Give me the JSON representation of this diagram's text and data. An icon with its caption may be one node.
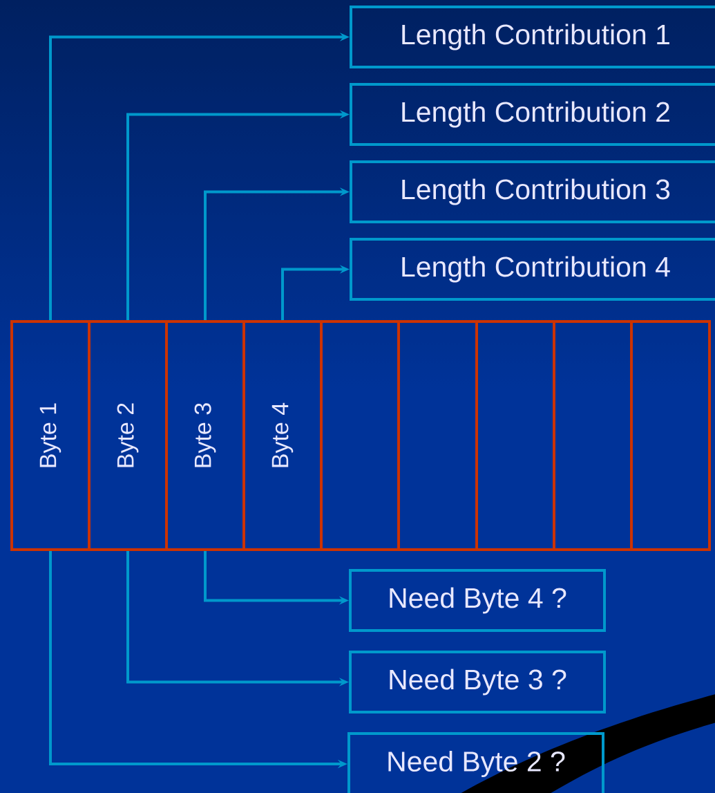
{
  "diagram": {
    "nodes": [
      {
        "text": [
          "Length Contribution 1"
        ]
      },
      {
        "text": [
          "Length Contribution 2"
        ]
      },
      {
        "text": [
          "Length Contribution 3"
        ]
      },
      {
        "text": [
          "Length Contribution 4"
        ]
      },
      {
        "text": [
          "Byte 1"
        ]
      },
      {
        "text": [
          "Byte 2"
        ]
      },
      {
        "text": [
          "Byte 3"
        ]
      },
      {
        "text": [
          "Byte 4"
        ]
      },
      {
        "text": [],
        "shape": "box"
      },
      {
        "text": [],
        "shape": "box"
      },
      {
        "text": [],
        "shape": "box"
      },
      {
        "text": [],
        "shape": "box"
      },
      {
        "text": [],
        "shape": "box"
      },
      {
        "text": [
          "Need Byte 4 ?"
        ]
      },
      {
        "text": [
          "Need Byte 3 ?"
        ]
      },
      {
        "text": [
          "Need Byte 2 ?"
        ]
      }
    ],
    "edges": [
      {
        "from": 4,
        "to": 0,
        "arrow": "to"
      },
      {
        "from": 5,
        "to": 1,
        "arrow": "to"
      },
      {
        "from": 6,
        "to": 2,
        "arrow": "to"
      },
      {
        "from": 7,
        "to": 3,
        "arrow": "to"
      },
      {
        "from": 6,
        "to": 13,
        "arrow": "to"
      },
      {
        "from": 5,
        "to": 14,
        "arrow": "to"
      },
      {
        "from": 4,
        "to": 15,
        "arrow": "to"
      }
    ]
  }
}
